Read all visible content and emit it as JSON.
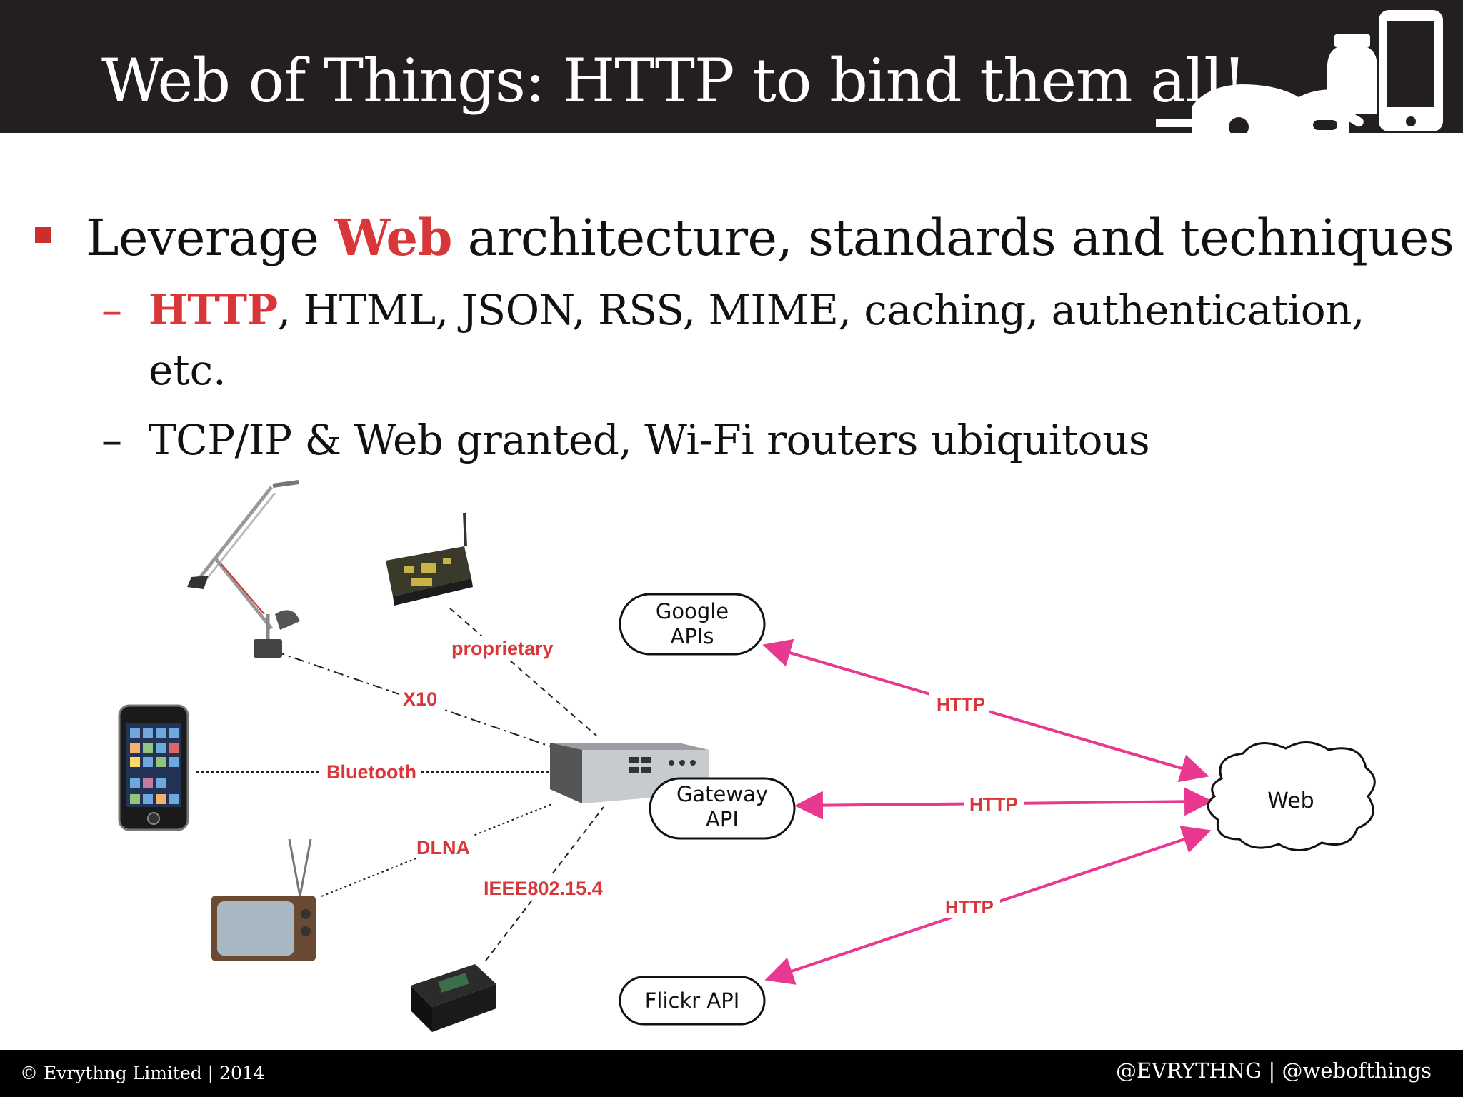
{
  "title": "Web of Things: HTTP to bind them all!",
  "bullets": {
    "main": {
      "before": "Leverage ",
      "highlight": "Web",
      "after": " architecture, standards and techniques"
    },
    "sub1": {
      "dash": "–",
      "highlight": "HTTP",
      "rest": ", HTML, JSON, RSS, MIME, caching, authentication,",
      "continuation": "etc."
    },
    "sub2": {
      "dash": "–",
      "text": "TCP/IP & Web granted, Wi-Fi routers ubiquitous"
    }
  },
  "diagram": {
    "protocols": {
      "proprietary": "proprietary",
      "x10": "X10",
      "bluetooth": "Bluetooth",
      "dlna": "DLNA",
      "ieee": "IEEE802.15.4"
    },
    "nodes": {
      "google": [
        "Google",
        "APIs"
      ],
      "gateway": [
        "Gateway",
        "API"
      ],
      "flickr": "Flickr API",
      "web": "Web"
    },
    "http_labels": [
      "HTTP",
      "HTTP",
      "HTTP"
    ],
    "devices": [
      "lamp",
      "sensor-board",
      "smartphone",
      "television",
      "sensor-node",
      "gateway-box"
    ]
  },
  "footer": {
    "left": "© Evrythng Limited | 2014",
    "right": "@EVRYTHNG | @webofthings"
  },
  "colors": {
    "header_bg": "#231f20",
    "accent_red": "#d9363a",
    "http_arrow": "#e8388f"
  }
}
